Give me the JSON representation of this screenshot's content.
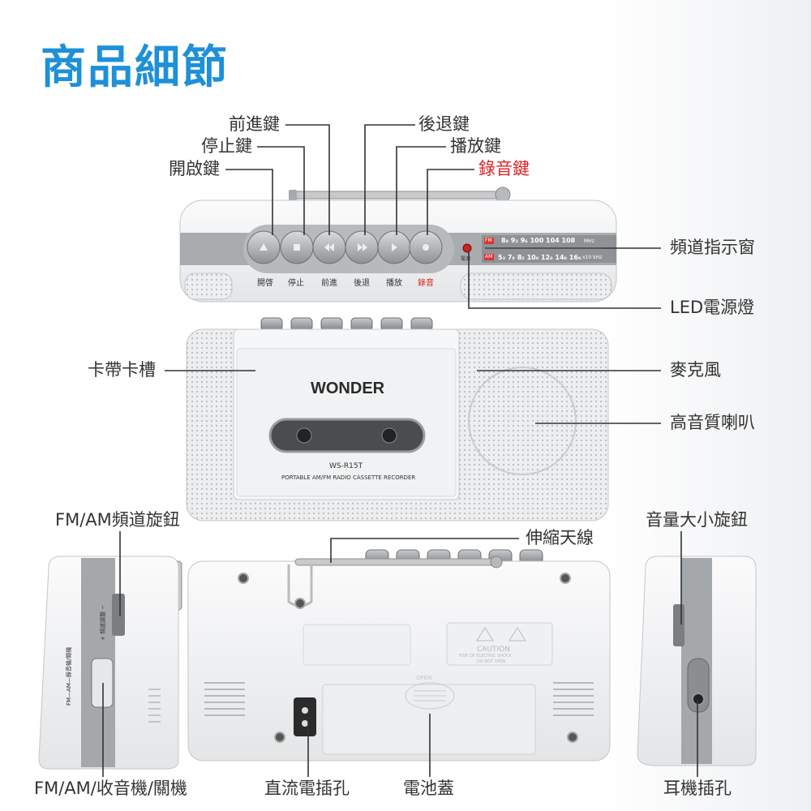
{
  "title": "商品細節",
  "callouts": {
    "forward_key": "前進鍵",
    "stop_key": "停止鍵",
    "open_key": "開啟鍵",
    "rewind_key": "後退鍵",
    "play_key": "播放鍵",
    "record_key": "錄音鍵",
    "frequency_window": "頻道指示窗",
    "led_power": "LED電源燈",
    "cassette_slot": "卡帶卡槽",
    "microphone": "麥克風",
    "speaker": "高音質喇叭",
    "tuning_knob": "FM/AM頻道旋鈕",
    "volume_knob": "音量大小旋鈕",
    "antenna": "伸縮天線",
    "mode_switch": "FM/AM/收音機/關機",
    "dc_socket": "直流電插孔",
    "battery_cover": "電池蓋",
    "earphone_jack": "耳機插孔"
  },
  "device_top": {
    "button_labels": [
      "開啓",
      "停止",
      "前進",
      "後退",
      "播放",
      "錄音"
    ],
    "fm_band": "FM",
    "am_band": "AM",
    "fm_scale": "8₈  9₂  9₆  100  104  108",
    "am_scale": "5₃  7₀  8₅  10₀  12₀  14₀  16₀",
    "fm_unit": "MHz",
    "am_unit": "x10 kHz",
    "power_led_label": "電源"
  },
  "device_front": {
    "brand": "WONDER",
    "model": "WS-R15T",
    "tagline": "PORTABLE AM/FM RADIO CASSETTE RECORDER"
  },
  "device_back": {
    "caution": "CAUTION",
    "caution_sub1": "RISK OF ELECTRIC SHOCK",
    "caution_sub2": "DO NOT OPEN",
    "open_mark": "OPEN"
  },
  "device_side_left": {
    "switch_text": "FM—AM—錄音機/關機",
    "knob_text": "+ 頻道調整 −"
  },
  "colors": {
    "title": "#1e90d8",
    "record_red": "#d22222",
    "device_white": "#f2f3f4",
    "device_grey": "#9a9da0",
    "line": "#333333"
  }
}
